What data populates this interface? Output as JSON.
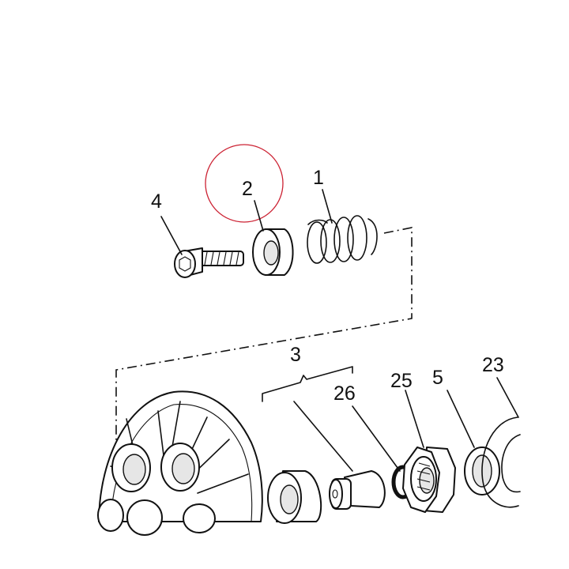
{
  "callouts": {
    "c1": "1",
    "c2": "2",
    "c3": "3",
    "c4": "4",
    "c5": "5",
    "c23": "23",
    "c25": "25",
    "c26": "26"
  },
  "highlight": {
    "target": "2",
    "color": "#cc2233"
  }
}
